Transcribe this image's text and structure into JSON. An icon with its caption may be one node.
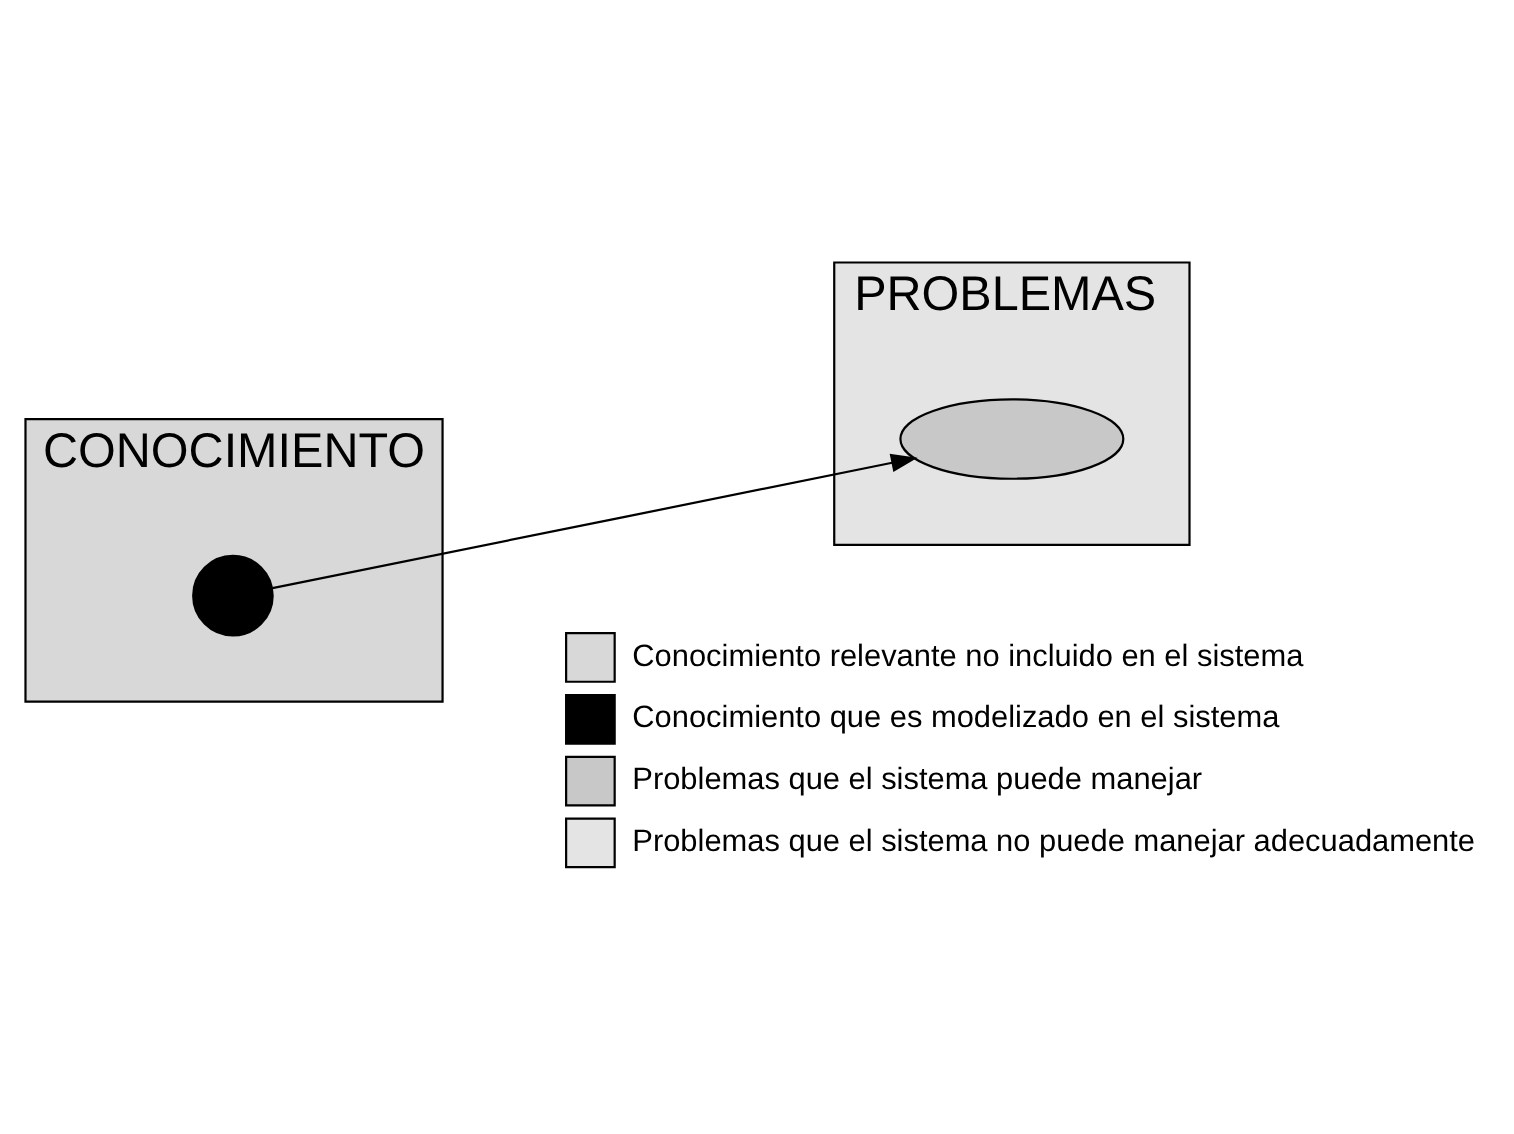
{
  "diagram": {
    "nodes": [
      {
        "text": [
          "CONOCIMIENTO"
        ]
      },
      {
        "text": [],
        "shape": "circle",
        "in": 0
      },
      {
        "text": [
          "PROBLEMAS"
        ]
      },
      {
        "text": [],
        "shape": "ellipse",
        "in": 2
      }
    ],
    "edges": [
      {
        "from": 1,
        "to": 3,
        "arrow": "to"
      }
    ],
    "legend": [
      {
        "text": "Conocimiento relevante no incluido en el sistema"
      },
      {
        "text": "Conocimiento que es modelizado en el sistema"
      },
      {
        "text": "Problemas que el sistema puede manejar"
      },
      {
        "text": "Problemas que el sistema no puede manejar adecuadamente"
      }
    ]
  }
}
